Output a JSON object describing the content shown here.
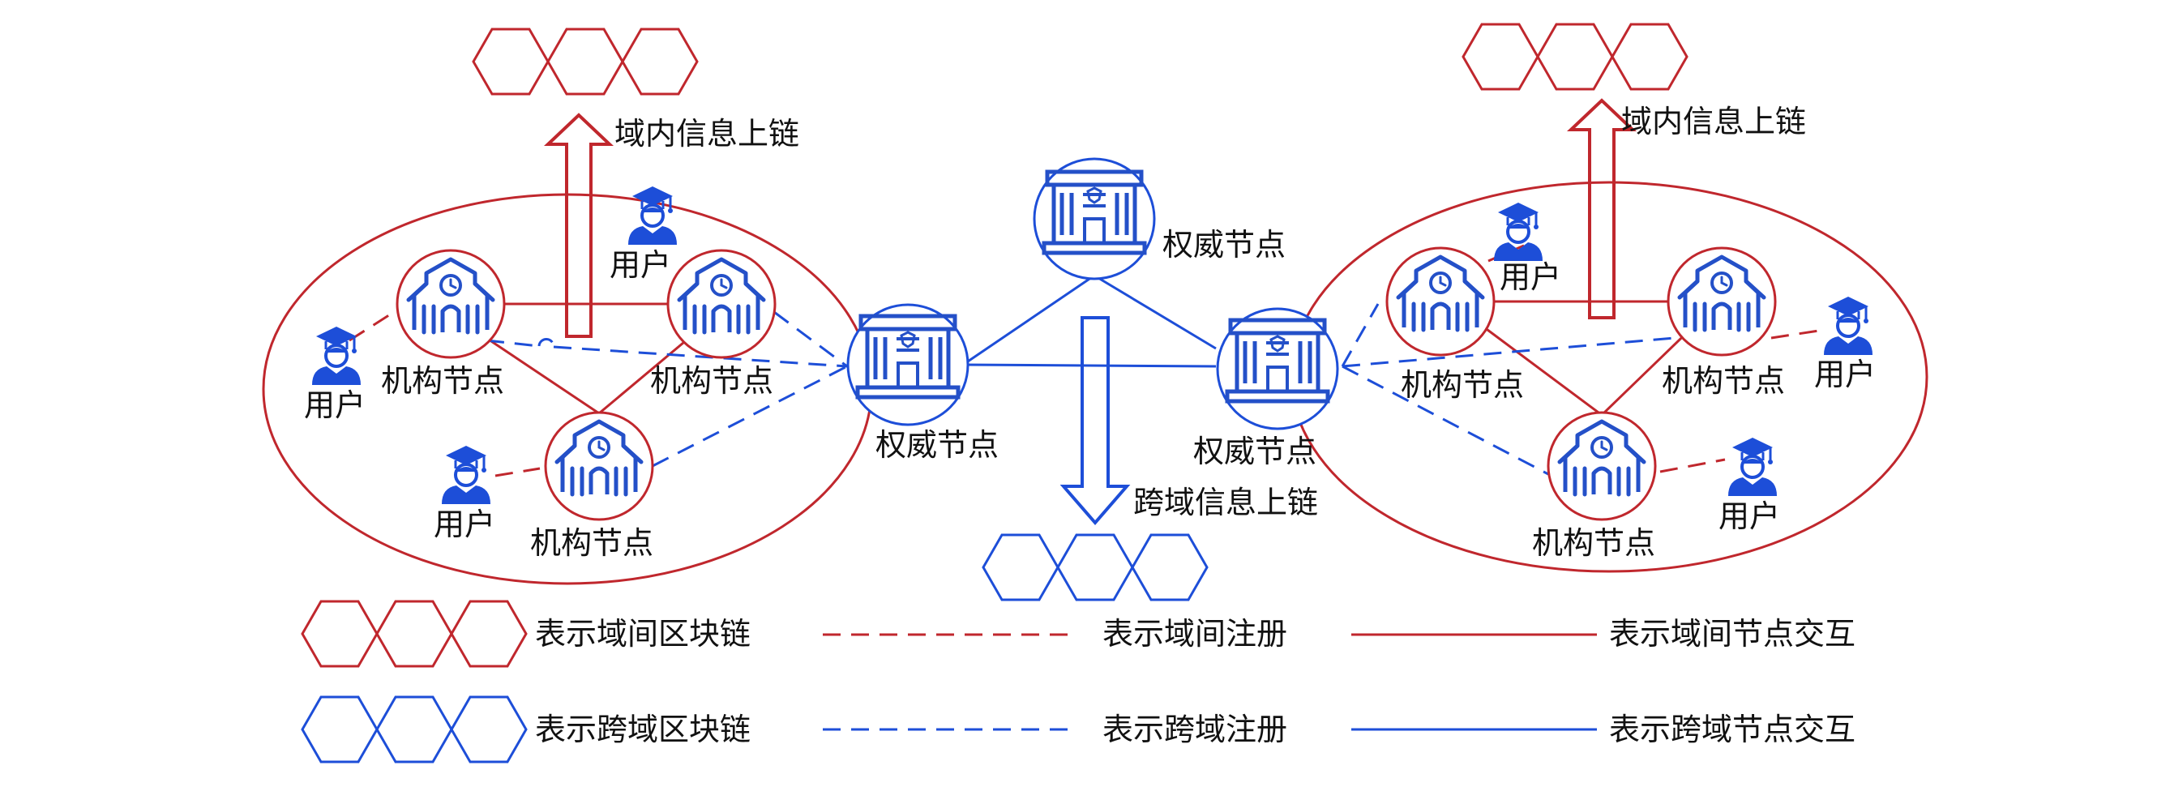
{
  "colors": {
    "intra": "#c0272d",
    "cross": "#1d4ed8",
    "icon": "#2450c8",
    "text": "#111111"
  },
  "icons": {
    "institution": "building-clock-icon",
    "authority": "bank-building-icon",
    "user": "graduate-user-icon",
    "blockchain": "hexagon-chain-icon"
  },
  "labels": {
    "intra_onchain": "域内信息上链",
    "cross_onchain": "跨域信息上链",
    "authority_node": "权威节点",
    "institution_node": "机构节点",
    "user": "用户"
  },
  "legend": {
    "intra_chain": "表示域间区块链",
    "intra_register": "表示域间注册",
    "intra_interact": "表示域间节点交互",
    "cross_chain": "表示跨域区块链",
    "cross_register": "表示跨域注册",
    "cross_interact": "表示跨域节点交互"
  }
}
